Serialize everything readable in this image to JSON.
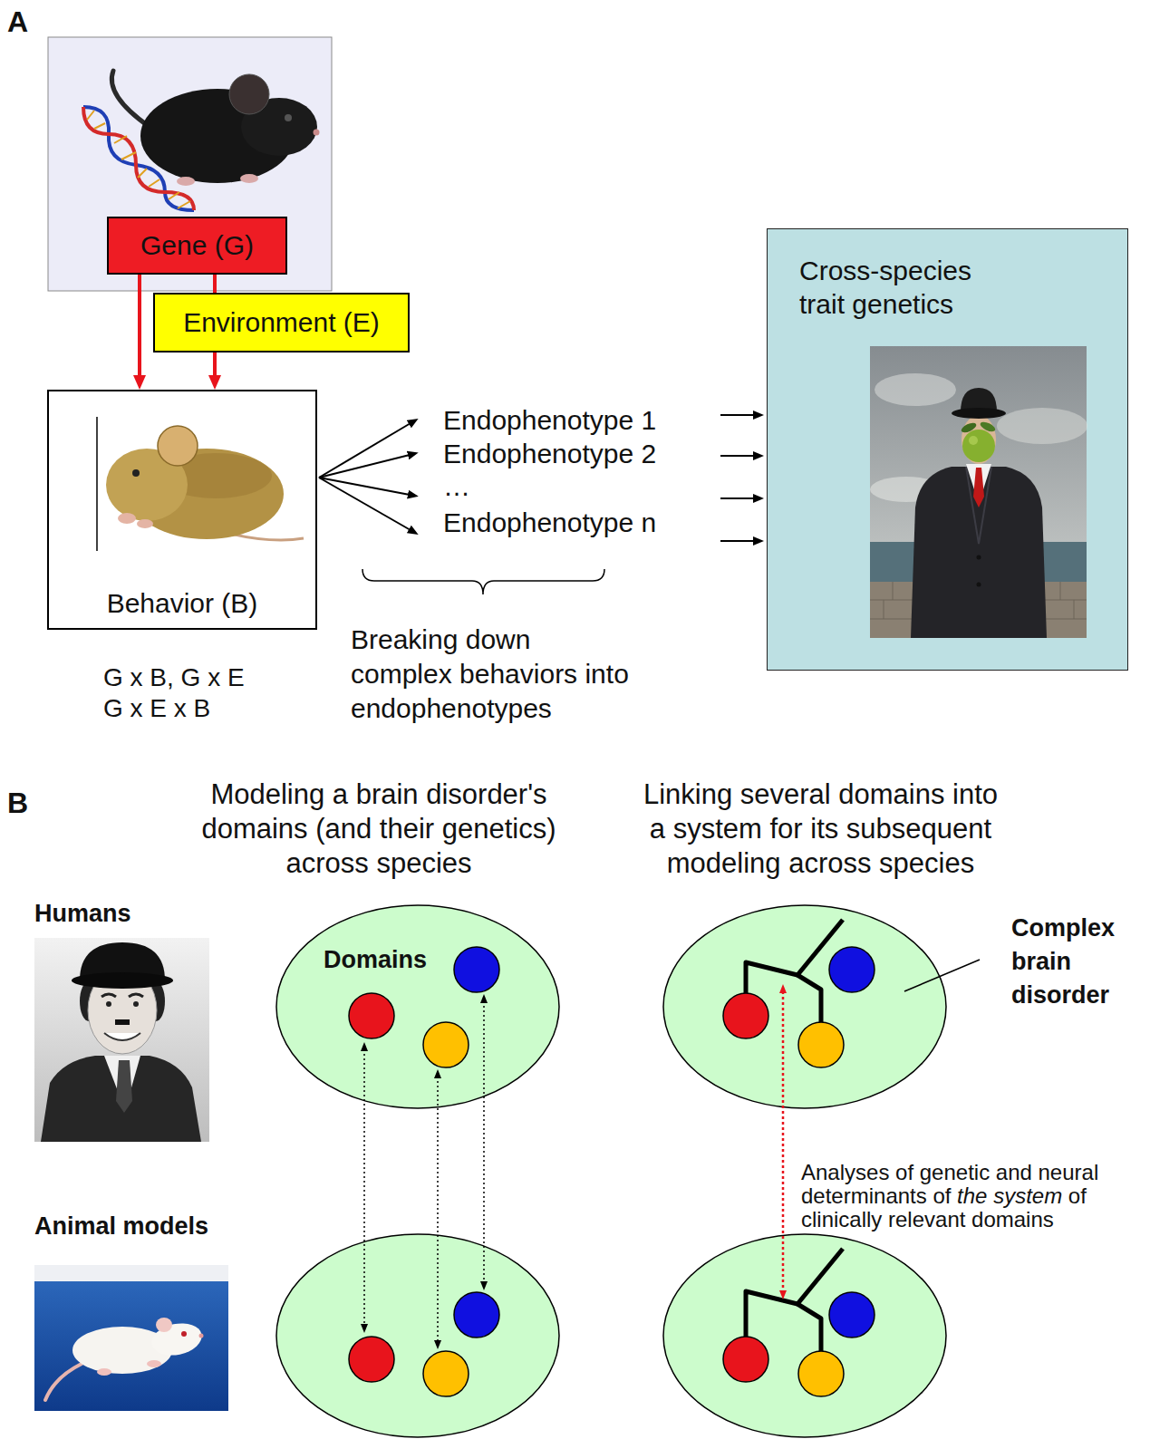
{
  "diagram": {
    "nodes": [
      {
        "text": [
          "Gene (G)"
        ]
      },
      {
        "text": [
          "Environment (E)"
        ]
      },
      {
        "text": [
          "Behavior (B)"
        ]
      },
      {
        "text": [
          "Cross-species trait genetics"
        ]
      },
      {
        "text": [
          "Domains"
        ]
      }
    ],
    "edges": [
      {
        "from": 0,
        "to": 2,
        "arrow": "to"
      },
      {
        "from": 0,
        "to": 1,
        "arrow": "none"
      },
      {
        "from": 1,
        "to": 2,
        "arrow": "to"
      }
    ],
    "labels": [
      "A",
      "G x B, G x E",
      "G x E x B",
      "Endophenotype 1",
      "Endophenotype 2",
      "…",
      "Endophenotype n",
      "Breaking down complex behaviors into endophenotypes",
      "B",
      "Modeling a brain disorder's domains (and their genetics) across species",
      "Linking several domains into a system for its subsequent modeling across species",
      "Humans",
      "Animal models",
      "Complex brain disorder",
      "Analyses of genetic and neural determinants of",
      "the system",
      "of clinically relevant domains"
    ]
  }
}
